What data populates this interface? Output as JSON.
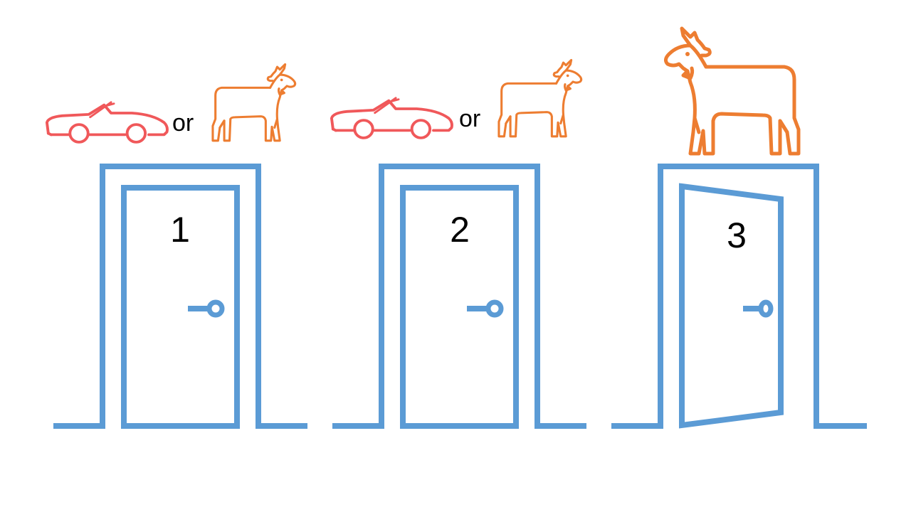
{
  "doors": [
    {
      "number": "1",
      "state": "closed",
      "prize_options": [
        "car-icon",
        "goat-icon"
      ],
      "separator": "or"
    },
    {
      "number": "2",
      "state": "closed",
      "prize_options": [
        "car-icon",
        "goat-icon"
      ],
      "separator": "or"
    },
    {
      "number": "3",
      "state": "open",
      "prize_options": [
        "goat-icon"
      ]
    }
  ],
  "colors": {
    "door": "#5b9bd5",
    "car": "#f0585a",
    "goat": "#ed7d31",
    "text": "#000000"
  }
}
